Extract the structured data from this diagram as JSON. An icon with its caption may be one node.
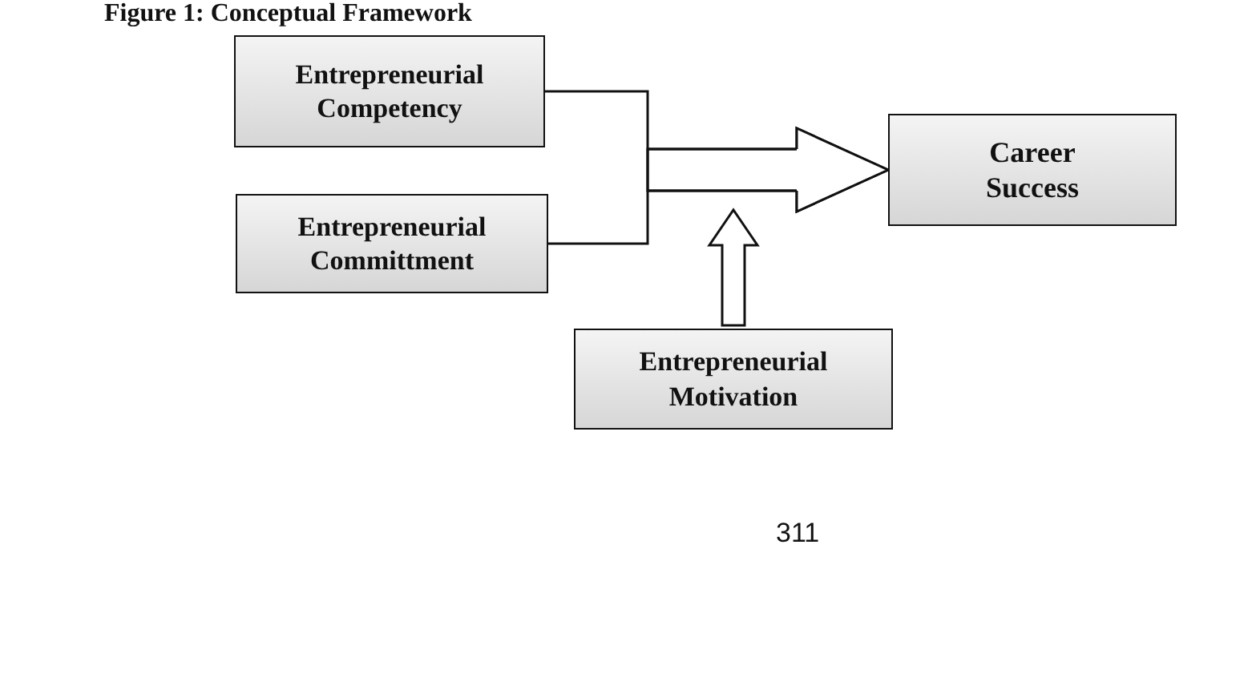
{
  "diagram": {
    "title": "Figure 1: Conceptual Framework",
    "nodes": [
      {
        "text": [
          "Entrepreneurial Competency"
        ]
      },
      {
        "text": [
          "Entrepreneurial Committment"
        ]
      },
      {
        "text": [
          "Career Success"
        ]
      },
      {
        "text": [
          "Entrepreneurial Motivation"
        ]
      }
    ],
    "edges": [
      {
        "from": 0,
        "to": 2,
        "arrow": "to"
      },
      {
        "from": 1,
        "to": 2,
        "arrow": "to"
      },
      {
        "from": 3,
        "to": null,
        "arrow": "to"
      }
    ],
    "labels": [
      "311"
    ]
  }
}
